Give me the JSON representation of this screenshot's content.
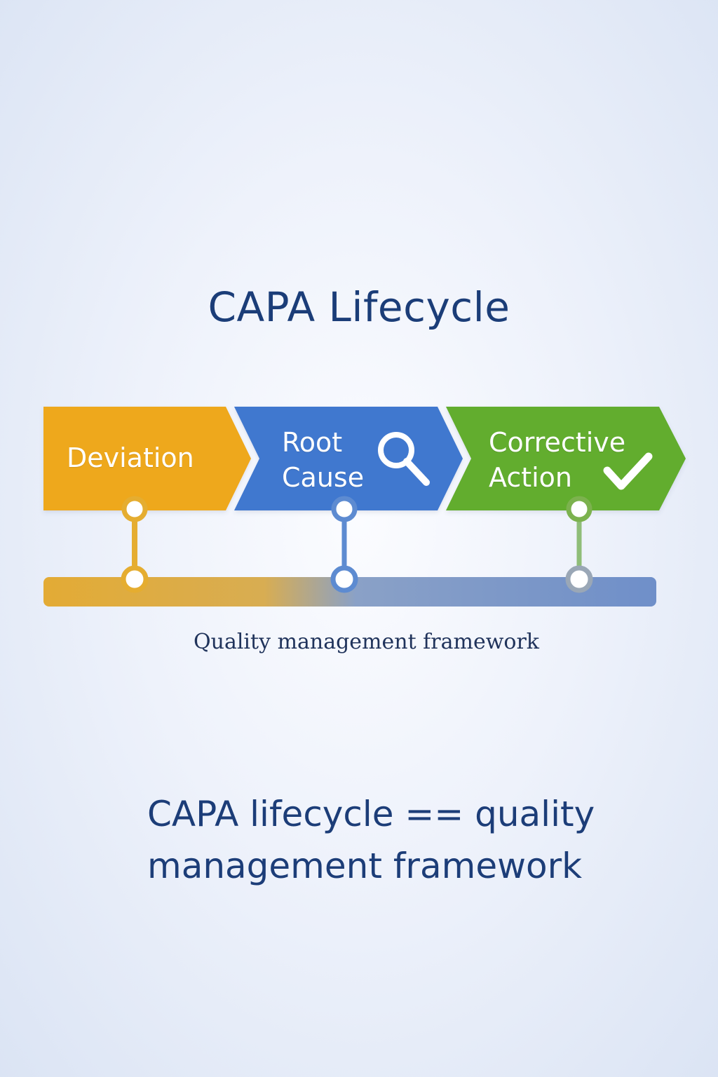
{
  "title": "CAPA Lifecycle",
  "stages": [
    {
      "label": "Deviation",
      "color": "#eea81c",
      "icon": "none"
    },
    {
      "label": "Root Cause",
      "color": "#3f78cf",
      "icon": "magnifier-icon"
    },
    {
      "label": "Corrective Action",
      "color": "#62ad2f",
      "icon": "checkmark-icon"
    }
  ],
  "timeline": {
    "colors": {
      "start": "#e3ab35",
      "end": "#6f8fc9"
    }
  },
  "caption": "Quality management framework",
  "statement": "CAPA lifecycle == quality management framework"
}
